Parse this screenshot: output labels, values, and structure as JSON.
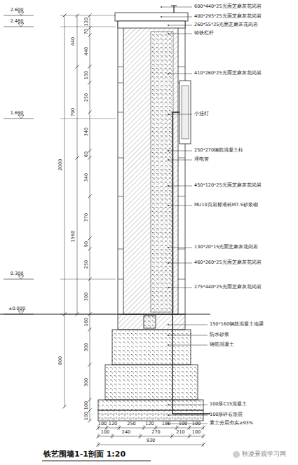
{
  "diagram": {
    "title": "铁艺围墙1-1剖面 1:20",
    "labels": [
      "2.600",
      "2.480",
      "1.690",
      "0.300",
      "±0.000",
      "2000",
      "800",
      "440",
      "790",
      "1560",
      "120",
      "70",
      "440",
      "150",
      "250",
      "340",
      "60",
      "340",
      "370",
      "90",
      "250",
      "300",
      "160",
      "300",
      "300",
      "100",
      "100",
      "600*440*25光面芝麻灰花岗岩",
      "400*295*25光面芝麻灰花岗岩",
      "260*55*25光面芝麻灰花岗岩",
      "铸铁栏杆",
      "410*260*25光面芝麻灰花岗岩",
      "小挂灯",
      "250*270钢筋混凝土柱",
      "埋电管",
      "450*120*25光面芝麻灰花岗岩",
      "MU10页岩标准砖M7.5砂浆砌",
      "130*20*15光面芝麻灰花岗岩",
      "460*260*25光面芝麻灰花岗岩",
      "275*440*25光面芝麻灰花岗岩",
      "150*160钢筋混凝土地梁",
      "防水砂浆",
      "钢筋混凝土",
      "100厚C15混凝土",
      "100厚碎石垫层",
      "素土分层夯实≥93%",
      "100",
      "120",
      "250",
      "120",
      "180",
      "100",
      "100",
      "100",
      "240",
      "270",
      "210",
      "100",
      "930",
      "秋凌景观学习网"
    ]
  }
}
